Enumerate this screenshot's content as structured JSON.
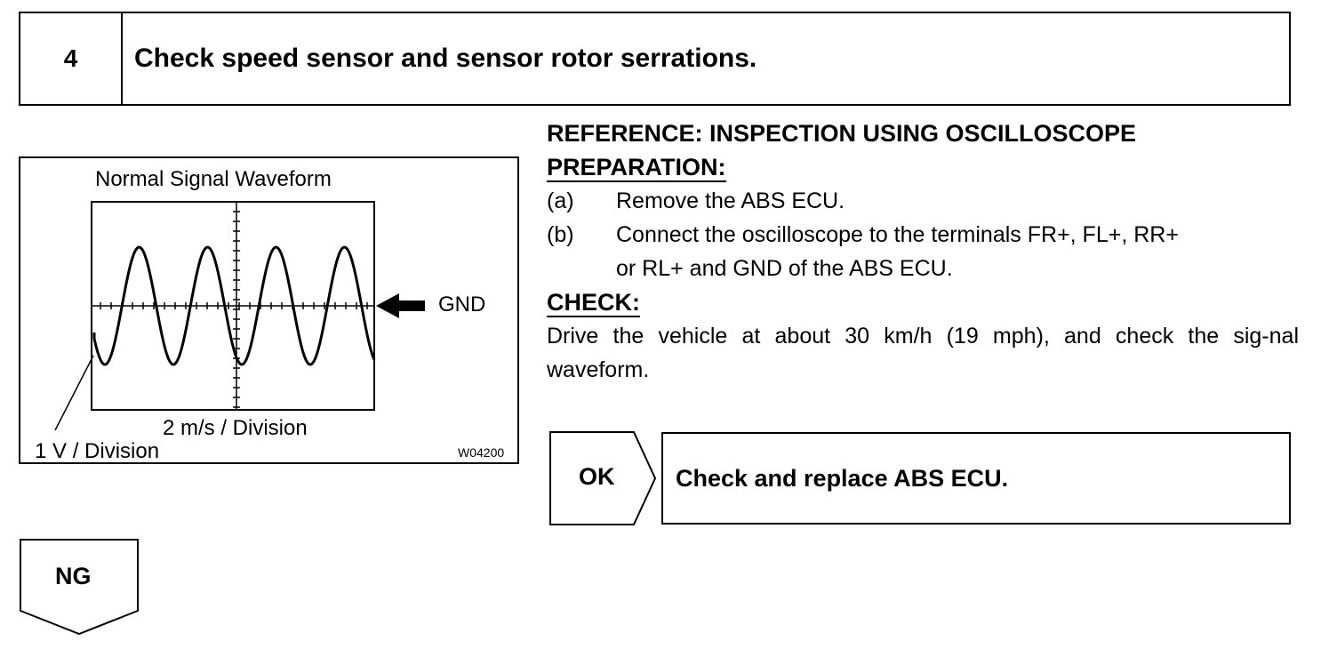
{
  "step": {
    "number": "4",
    "title": "Check speed sensor and sensor rotor serrations."
  },
  "figure": {
    "title": "Normal Signal Waveform",
    "gnd_label": "GND",
    "x_division": "2 m/s / Division",
    "y_division": "1 V / Division",
    "code": "W04200"
  },
  "reference": {
    "heading": "REFERENCE: INSPECTION USING OSCILLOSCOPE",
    "preparation_heading": "PREPARATION:",
    "steps": [
      {
        "label": "(a)",
        "text": "Remove the ABS ECU."
      },
      {
        "label": "(b)",
        "text": "Connect the oscilloscope to the terminals FR+, FL+, RR+"
      },
      {
        "label": "",
        "text": "or RL+ and GND of the ABS ECU."
      }
    ],
    "check_heading": "CHECK:",
    "check_text": "Drive the vehicle at about 30 km/h (19 mph), and check the sig-nal waveform."
  },
  "results": {
    "ok_label": "OK",
    "ok_action": "Check and replace ABS ECU.",
    "ng_label": "NG"
  }
}
